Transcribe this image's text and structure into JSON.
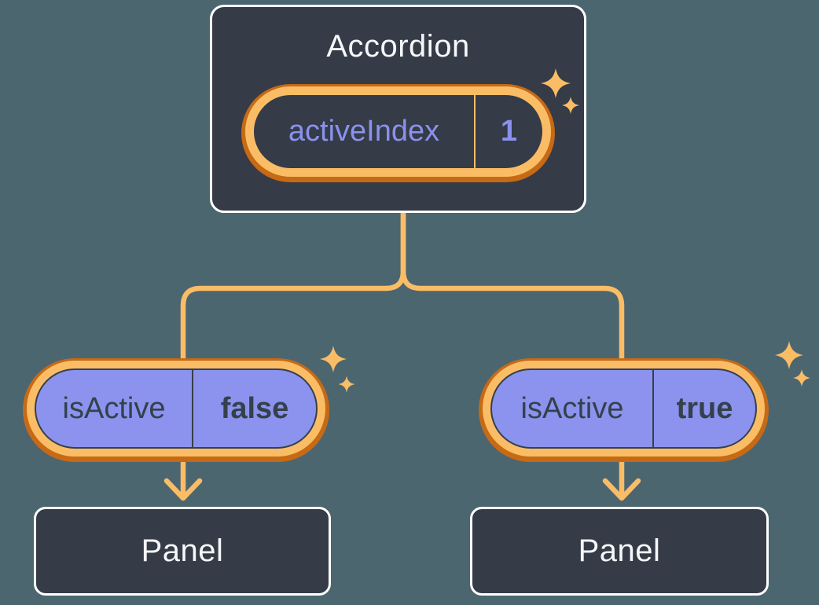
{
  "diagram": {
    "description": "React state tree diagram: Accordion parent holding activeIndex state, two children with isActive props, each rendering a Panel",
    "background_color": "#4C6670",
    "node_background": "#353B47",
    "node_border": "#FFFFFF",
    "text_light": "#F6F7F9",
    "text_dark": "#35404B",
    "accent_orange_dark": "#C76A15",
    "accent_orange_light": "#FABD66",
    "accent_purple": "#8B93EF",
    "purple_text": "#8A91EE"
  },
  "root": {
    "title": "Accordion",
    "state_label": "activeIndex",
    "state_value": "1"
  },
  "children": [
    {
      "state_label": "isActive",
      "state_value": "false",
      "panel_label": "Panel"
    },
    {
      "state_label": "isActive",
      "state_value": "true",
      "panel_label": "Panel"
    }
  ],
  "icons": {
    "sparkle": "four-point star sparkle, orange #FABD66",
    "arrow": "downward chevron arrow, orange #FABD66"
  }
}
